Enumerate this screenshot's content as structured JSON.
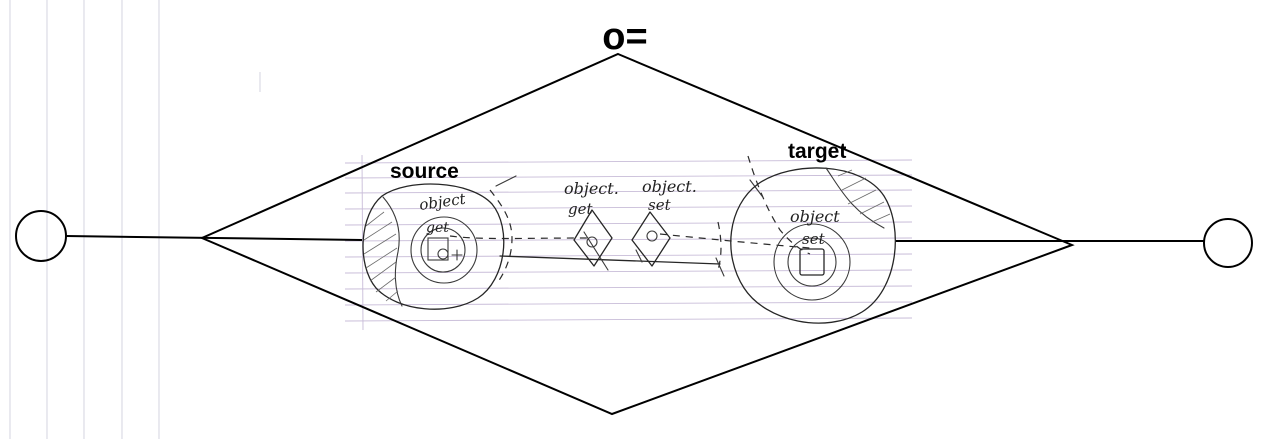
{
  "diagram": {
    "operator": "o=",
    "source_label": "source",
    "target_label": "target",
    "notes": {
      "source_object": "object",
      "source_get": "get",
      "middle_object_1": "object.",
      "middle_get": "get",
      "middle_object_2": "object.",
      "middle_set": "set",
      "target_object": "object",
      "target_set": "set"
    }
  }
}
